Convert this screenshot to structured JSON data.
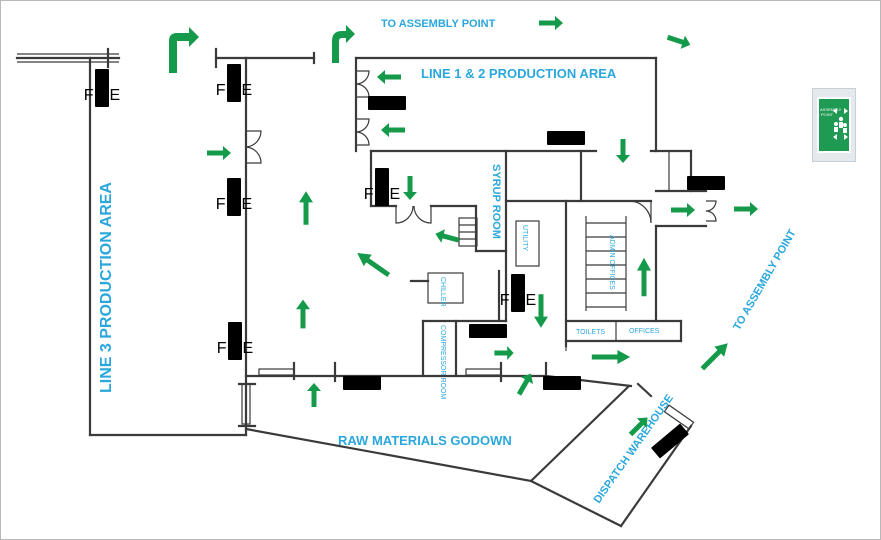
{
  "labels": {
    "to_assembly_top": "TO ASSEMBLY POINT",
    "line12": "LINE 1 & 2 PRODUCTION AREA",
    "line3": "LINE 3 PRODUCTION AREA",
    "syrup_room": "SYRUP ROOM",
    "utility": "UTILITY",
    "chiller": "CHILLER",
    "admin_offices": "ADMIN OFFICES",
    "compressor_room": "COMPRESSOR ROOM",
    "toilets": "TOILETS",
    "offices": "OFFICES",
    "raw_materials": "RAW MATERIALS GODOWN",
    "dispatch": "DISPATCH WAREHOUSE",
    "to_assembly_right": "TO ASSEMBLY POINT",
    "assembly_sign": "ASSEMBLY POINT"
  },
  "colors": {
    "label": "#2aa7dc",
    "arrow": "#149a4a",
    "extinguisher": "#c71e2a",
    "wall": "#3a3a3a",
    "sign_green": "#1f9a52"
  },
  "icons": {
    "evacuation_arrow": "green-arrow-icon",
    "fire_extinguisher": "fire-extinguisher-sign-icon",
    "assembly_point": "assembly-point-sign-icon"
  }
}
